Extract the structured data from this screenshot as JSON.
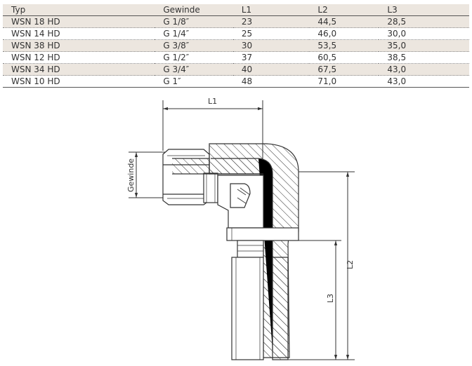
{
  "table": {
    "headers": [
      "Typ",
      "Gewinde",
      "L1",
      "L2",
      "L3"
    ],
    "rows": [
      [
        "WSN 18 HD",
        "G 1/8″",
        "23",
        "44,5",
        "28,5"
      ],
      [
        "WSN 14 HD",
        "G 1/4″",
        "25",
        "46,0",
        "30,0"
      ],
      [
        "WSN 38 HD",
        "G 3/8″",
        "30",
        "53,5",
        "35,0"
      ],
      [
        "WSN 12 HD",
        "G 1/2″",
        "37",
        "60,5",
        "38,5"
      ],
      [
        "WSN 34 HD",
        "G 3/4″",
        "40",
        "67,5",
        "43,0"
      ],
      [
        "WSN 10 HD",
        "G 1″",
        "48",
        "71,0",
        "43,0"
      ]
    ]
  },
  "drawing": {
    "label_l1": "L1",
    "label_l2": "L2",
    "label_l3": "L3",
    "label_gewinde": "Gewinde"
  }
}
